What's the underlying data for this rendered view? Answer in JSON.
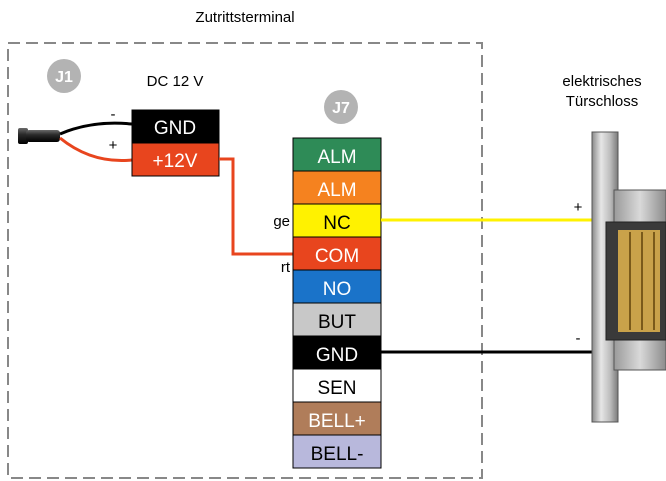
{
  "title": "Zutrittsterminal",
  "connector_j1": {
    "badge": "J1",
    "supply_label": "DC 12 V",
    "terminals": [
      {
        "label": "GND",
        "color": "#000000",
        "text_color": "#ffffff",
        "sign": "-"
      },
      {
        "label": "+12V",
        "color": "#e8451e",
        "text_color": "#ffffff",
        "sign": "+"
      }
    ]
  },
  "connector_j7": {
    "badge": "J7",
    "terminals": [
      {
        "label": "ALM",
        "color": "#2e8b57",
        "text_color": "#ffffff"
      },
      {
        "label": "ALM",
        "color": "#f5821f",
        "text_color": "#ffffff"
      },
      {
        "label": "NC",
        "color": "#fff200",
        "text_color": "#000000"
      },
      {
        "label": "COM",
        "color": "#e8451e",
        "text_color": "#ffffff"
      },
      {
        "label": "NO",
        "color": "#1a73c9",
        "text_color": "#ffffff"
      },
      {
        "label": "BUT",
        "color": "#c8c8c8",
        "text_color": "#000000"
      },
      {
        "label": "GND",
        "color": "#000000",
        "text_color": "#ffffff"
      },
      {
        "label": "SEN",
        "color": "#ffffff",
        "text_color": "#000000"
      },
      {
        "label": "BELL+",
        "color": "#b07d5a",
        "text_color": "#ffffff"
      },
      {
        "label": "BELL-",
        "color": "#b8b8dc",
        "text_color": "#000000"
      }
    ]
  },
  "wire_labels": {
    "yellow": "ge",
    "red": "rt"
  },
  "lock": {
    "title_line1": "elektrisches",
    "title_line2": "Türschloss",
    "plus": "+",
    "minus": "-"
  },
  "colors": {
    "badge": "#b3b3b3",
    "wire_red": "#e8451e",
    "wire_yellow": "#fff200",
    "wire_black": "#000000",
    "frame_dash": "#888888"
  }
}
